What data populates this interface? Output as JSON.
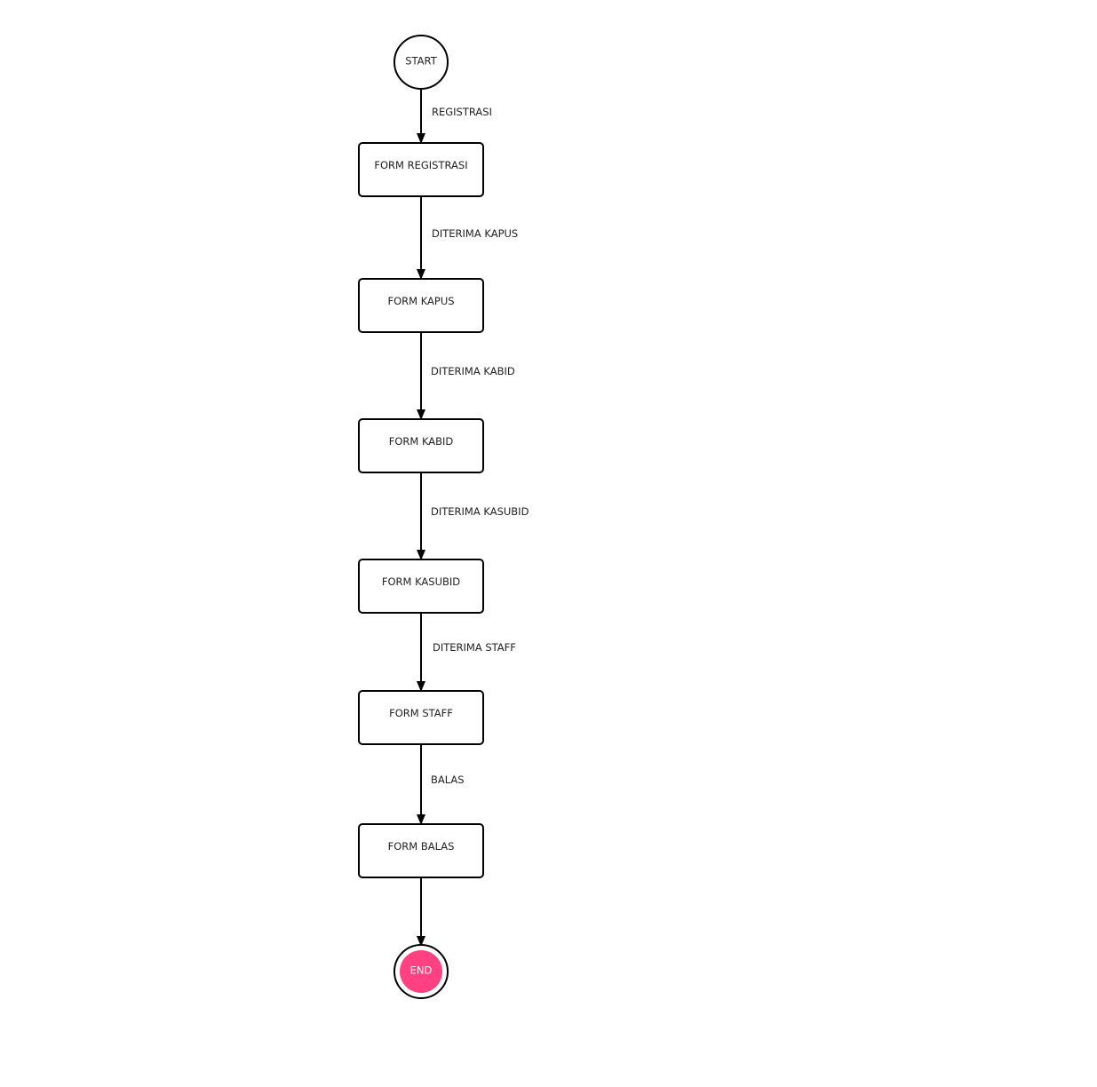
{
  "diagram": {
    "start": {
      "label": "START"
    },
    "end": {
      "label": "END",
      "fill_color": "#ff4081"
    },
    "states": [
      {
        "label": "FORM REGISTRASI"
      },
      {
        "label": "FORM KAPUS"
      },
      {
        "label": "FORM KABID"
      },
      {
        "label": "FORM KASUBID"
      },
      {
        "label": "FORM STAFF"
      },
      {
        "label": "FORM BALAS"
      }
    ],
    "transitions": [
      {
        "from": "START",
        "to": "FORM REGISTRASI",
        "label": "REGISTRASI"
      },
      {
        "from": "FORM REGISTRASI",
        "to": "FORM KAPUS",
        "label": "DITERIMA KAPUS"
      },
      {
        "from": "FORM KAPUS",
        "to": "FORM KABID",
        "label": "DITERIMA KABID"
      },
      {
        "from": "FORM KABID",
        "to": "FORM KASUBID",
        "label": "DITERIMA KASUBID"
      },
      {
        "from": "FORM KASUBID",
        "to": "FORM STAFF",
        "label": "DITERIMA STAFF"
      },
      {
        "from": "FORM STAFF",
        "to": "FORM BALAS",
        "label": "BALAS"
      },
      {
        "from": "FORM BALAS",
        "to": "END",
        "label": ""
      }
    ],
    "colors": {
      "stroke": "#000000",
      "text": "#222222",
      "end_text": "#ffffff"
    }
  }
}
